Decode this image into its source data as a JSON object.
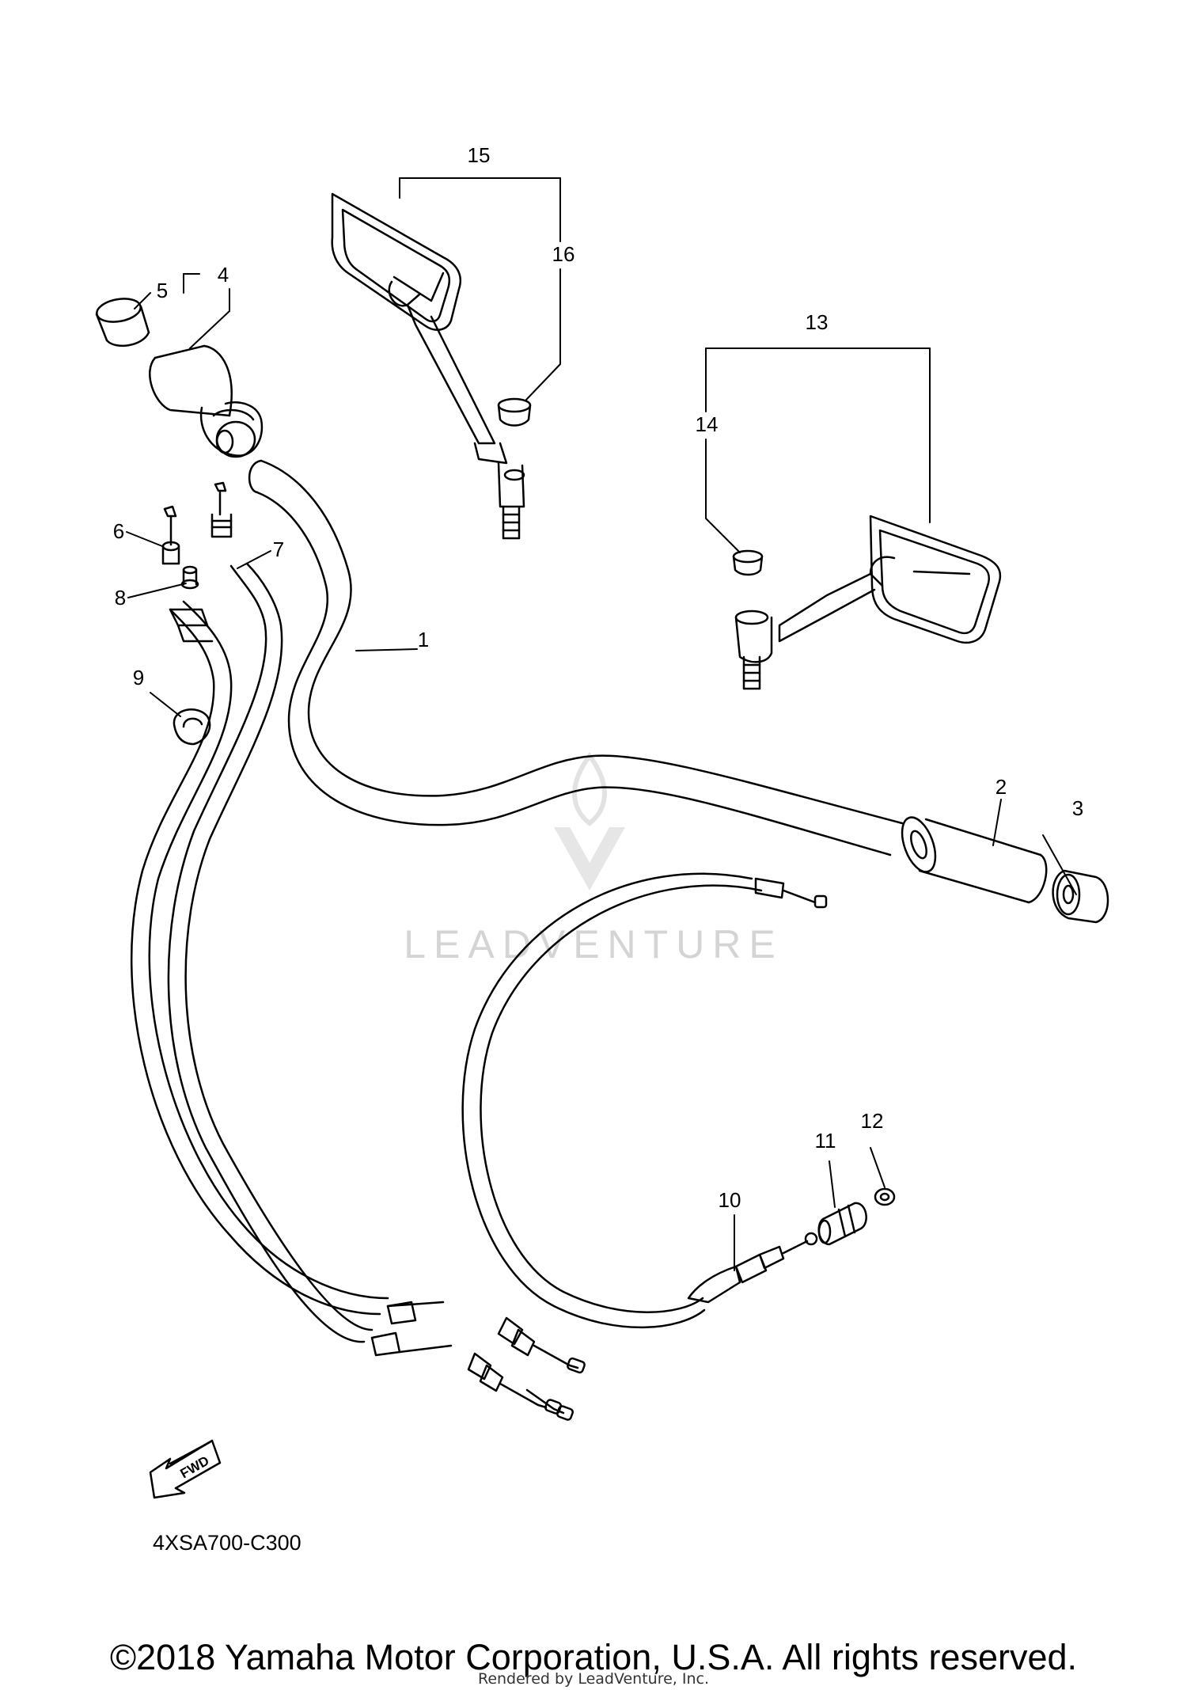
{
  "diagram_code": "4XSA700-C300",
  "fwd_label": "FWD",
  "watermark": {
    "word": "LEADVENTURE",
    "color": "#d4d4d4"
  },
  "callouts": {
    "p1": "1",
    "p2": "2",
    "p3": "3",
    "p4": "4",
    "p5": "5",
    "p6": "6",
    "p7": "7",
    "p8": "8",
    "p9": "9",
    "p10": "10",
    "p11": "11",
    "p12": "12",
    "p13": "13",
    "p14": "14",
    "p15": "15",
    "p16": "16"
  },
  "footer": {
    "copyright": "©2018 Yamaha Motor Corporation, U.S.A. All rights reserved.",
    "rendered_by": "Rendered by LeadVenture, Inc."
  }
}
